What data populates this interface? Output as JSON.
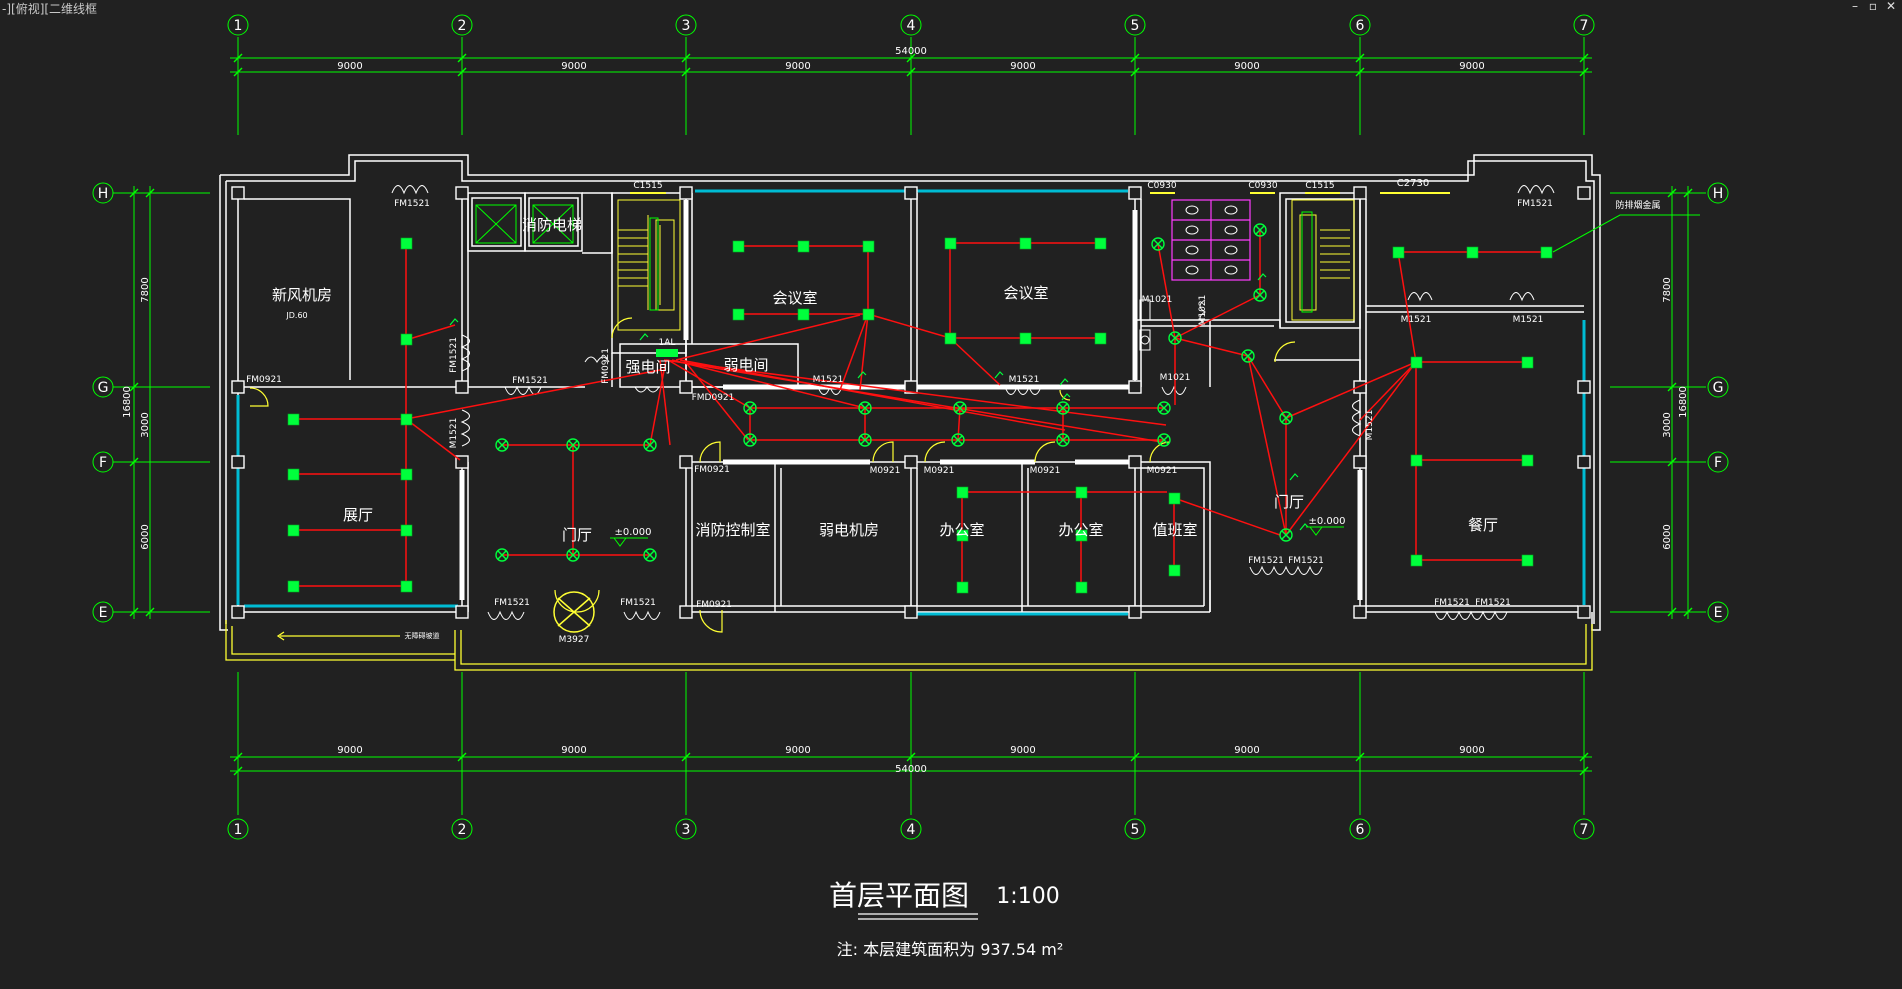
{
  "viewport": {
    "label": "-][俯视][二维线框"
  },
  "window_controls": {
    "minimize": "–",
    "restore": "▫",
    "close": "✕"
  },
  "colors": {
    "background": "#212121",
    "grid": "#00ff00",
    "wall": "#ffffff",
    "window": "#00bcd4",
    "wire": "#ff1010",
    "fixture": "#00ff3c",
    "door": "#ffff33",
    "stair": "#ffff33",
    "toilet": "#ff3cff",
    "text": "#ffffff"
  },
  "axes": {
    "columns": [
      "1",
      "2",
      "3",
      "4",
      "5",
      "6",
      "7"
    ],
    "rows": [
      "H",
      "G",
      "F",
      "E"
    ]
  },
  "dims": {
    "spans": [
      "9000",
      "9000",
      "9000",
      "9000",
      "9000",
      "9000"
    ],
    "total": "54000",
    "left_segments": [
      "7800",
      "3000",
      "6000"
    ],
    "left_total": "16800",
    "right_segments": [
      "7800",
      "3000",
      "6000"
    ],
    "right_total": "16800"
  },
  "rooms": {
    "fresh_air": "新风机房",
    "fresh_air_sub": "JD.60",
    "fire_elevator": "消防电梯",
    "meeting1": "会议室",
    "meeting2": "会议室",
    "strong_elec": "强电间",
    "weak_elec": "弱电间",
    "exhibition": "展厅",
    "lobby1": "门厅",
    "lobby1_elev": "±0.000",
    "fire_control": "消防控制室",
    "weak_room": "弱电机房",
    "office1": "办公室",
    "office2": "办公室",
    "duty": "值班室",
    "lobby2": "门厅",
    "lobby2_elev": "±0.000",
    "dining": "餐厅",
    "ramp": "无障碍坡道",
    "fire_label": "防排烟金属"
  },
  "tags": {
    "fm1521_a": "FM1521",
    "fm1521_b": "FM1521",
    "fm1521_c": "FM1521",
    "fm1521_d": "FM1521",
    "fm1521_e": "FM1521",
    "fm1521_f": "FM1521",
    "fm1521_g": "FM1521",
    "fm1521_h": "FM1521",
    "fm1521_i": "FM1521",
    "fm1521_j": "FM1521",
    "fm0921_a": "FM0921",
    "fm0921_b": "FM0921",
    "fm0921_c": "FM0921",
    "fm0921_d": "FM0921",
    "fmd0921": "FMD0921",
    "m3927": "M3927",
    "m1521_a": "M1521",
    "m1521_b": "M1521",
    "m1521_c": "M1521",
    "m1521_d": "M1521",
    "m1521_e": "M1521",
    "m1521_f": "M1521",
    "m0921_a": "M0921",
    "m0921_b": "M0921",
    "m0921_c": "M0921",
    "m0921_d": "M0921",
    "m1021_a": "M1021",
    "m1021_b": "M1021",
    "m1021_c": "M1021",
    "c1515_a": "C1515",
    "c1515_b": "C1515",
    "c0930_a": "C0930",
    "c0930_b": "C0930",
    "c2730": "C2730",
    "al": "1AL"
  },
  "title": {
    "main": "首层平面图",
    "scale": "1:100",
    "note": "注: 本层建筑面积为 937.54 m²"
  }
}
